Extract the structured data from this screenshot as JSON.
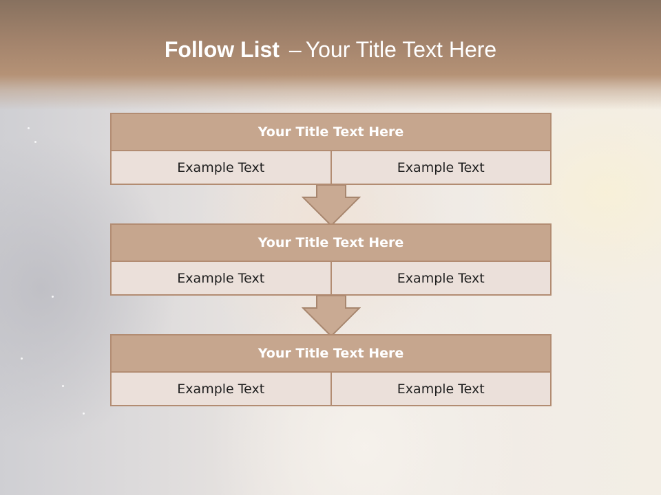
{
  "slide": {
    "title_bold": "Follow List",
    "title_dash": "–",
    "title_rest": "Your Title Text Here",
    "steps": [
      {
        "title": "Your Title Text Here",
        "cells": [
          "Example Text",
          "Example Text"
        ]
      },
      {
        "title": "Your Title Text Here",
        "cells": [
          "Example Text",
          "Example Text"
        ]
      },
      {
        "title": "Your Title Text Here",
        "cells": [
          "Example Text",
          "Example Text"
        ]
      }
    ]
  },
  "colors": {
    "header_brown": "#a1826b",
    "box_fill": "#c6a68e",
    "box_border": "#b28c72",
    "cell_fill": "#ebe0da",
    "arrow_fill": "#c9aa93"
  },
  "icons": {
    "step_connector": "down-arrow-icon"
  }
}
